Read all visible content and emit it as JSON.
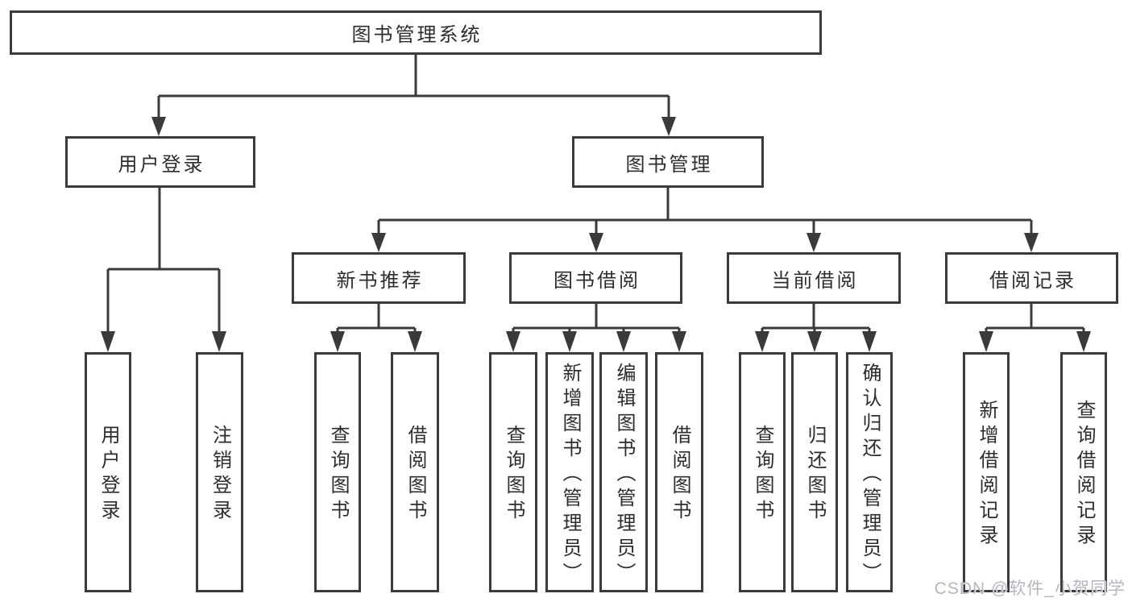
{
  "diagram": {
    "root": "图书管理系统",
    "branches": [
      {
        "label": "用户登录",
        "leaves": [
          "用户登录",
          "注销登录"
        ]
      },
      {
        "label": "图书管理",
        "sections": [
          {
            "label": "新书推荐",
            "leaves": [
              "查询图书",
              "借阅图书"
            ]
          },
          {
            "label": "图书借阅",
            "leaves": [
              "查询图书",
              "新增图书（管理员）",
              "编辑图书（管理员）",
              "借阅图书"
            ]
          },
          {
            "label": "当前借阅",
            "leaves": [
              "查询图书",
              "归还图书",
              "确认归还（管理员）"
            ]
          },
          {
            "label": "借阅记录",
            "leaves": [
              "新增借阅记录",
              "查询借阅记录"
            ]
          }
        ]
      }
    ]
  },
  "watermark": "CSDN @软件_小贺同学",
  "colors": {
    "line": "#3a3a3a",
    "text": "#2d2d2d",
    "background": "#ffffff",
    "watermark": "#b2b6bd"
  }
}
